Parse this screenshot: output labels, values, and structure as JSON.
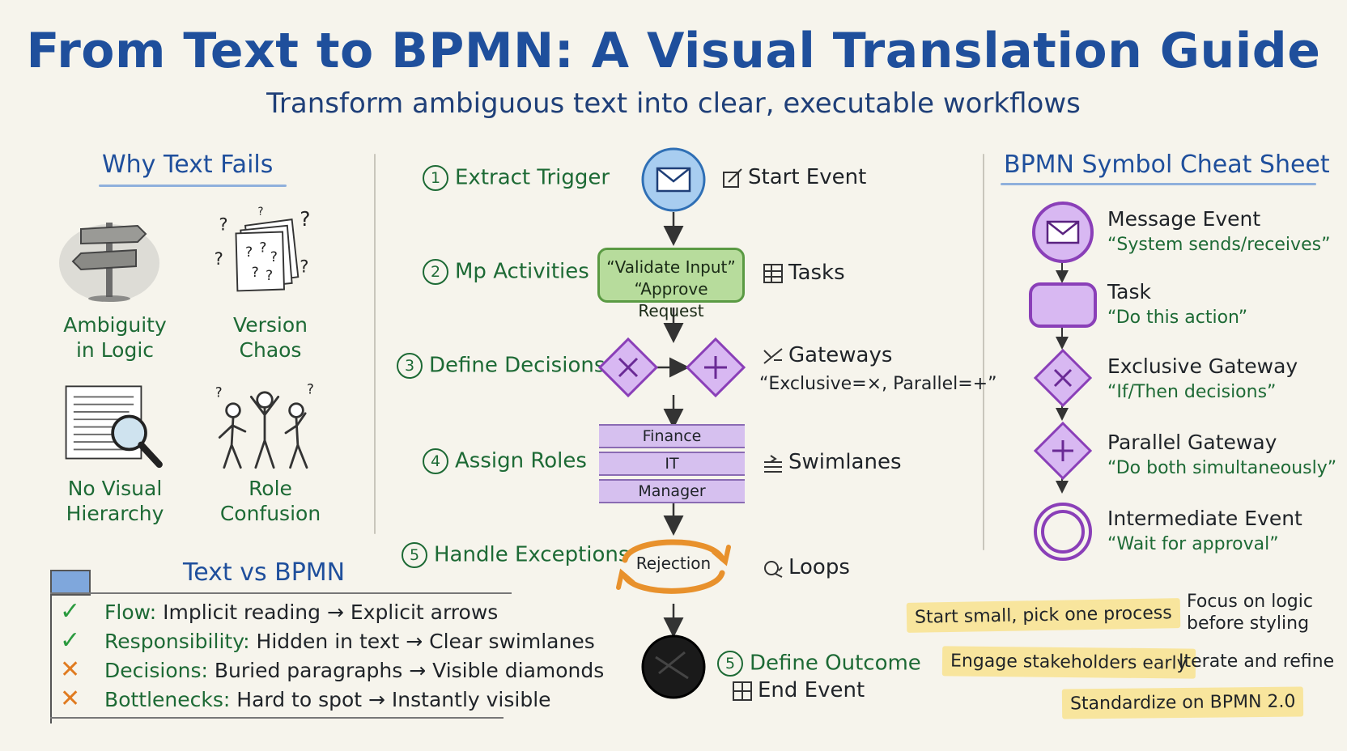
{
  "header": {
    "title": "From Text to BPMN: A Visual Translation Guide",
    "subtitle": "Transform ambiguous text into clear, executable workflows"
  },
  "left": {
    "heading": "Why Text Fails",
    "problems": [
      {
        "label": "Ambiguity\nin Logic",
        "icon": "signpost-icon"
      },
      {
        "label": "Version\nChaos",
        "icon": "messy-papers-icon"
      },
      {
        "label": "No Visual\nHierarchy",
        "icon": "document-magnifier-icon"
      },
      {
        "label": "Role\nConfusion",
        "icon": "confused-people-icon"
      }
    ],
    "table": {
      "heading": "Text vs BPMN",
      "rows": [
        {
          "mark": "✓",
          "key": "Flow:",
          "text": "Implicit reading → Explicit arrows"
        },
        {
          "mark": "✓",
          "key": "Responsibility:",
          "text": "Hidden in text → Clear swimlanes"
        },
        {
          "mark": "✕",
          "key": "Decisions:",
          "text": "Buried paragraphs → Visible diamonds"
        },
        {
          "mark": "✕",
          "key": "Bottlenecks:",
          "text": "Hard to spot → Instantly visible"
        }
      ]
    }
  },
  "flow": {
    "steps": [
      {
        "num": "1",
        "label": "Extract Trigger",
        "result": "Start Event"
      },
      {
        "num": "2",
        "label": "Mp Activities",
        "result": "Tasks"
      },
      {
        "num": "3",
        "label": "Define Decisions",
        "result": "Gateways",
        "result_note": "“Exclusive=×, Parallel=+”"
      },
      {
        "num": "4",
        "label": "Assign Roles",
        "result": "Swimlanes"
      },
      {
        "num": "5",
        "label": "Handle Exceptions",
        "result": "Loops"
      },
      {
        "num": "5",
        "label": "Define Outcome",
        "result": "End Event"
      }
    ],
    "task_box": {
      "line1": "“Validate Input”",
      "line2": "“Approve Request"
    },
    "lanes": [
      "Finance",
      "IT",
      "Manager"
    ],
    "loop_label": "Rejection"
  },
  "cheatsheet": {
    "heading": "BPMN Symbol Cheat Sheet",
    "items": [
      {
        "name": "Message Event",
        "desc": "“System sends/receives”"
      },
      {
        "name": "Task",
        "desc": "“Do this action”"
      },
      {
        "name": "Exclusive Gateway",
        "desc": "“If/Then decisions”"
      },
      {
        "name": "Parallel Gateway",
        "desc": "“Do both simultaneously”"
      },
      {
        "name": "Intermediate Event",
        "desc": "“Wait for approval”"
      }
    ]
  },
  "tips": {
    "note1": "Start small, pick one process",
    "plain1": "Focus on logic\nbefore styling",
    "note2": "Engage stakeholders early",
    "plain2": "Iterate and refine",
    "note3": "Standardize on BPMN 2.0"
  },
  "colors": {
    "title": "#1f4f9c",
    "green_text": "#1d6a35",
    "purple": "#9b4fc4",
    "lane": "#d6c0ef",
    "task_green": "#b7dc9c",
    "note_yellow": "#f8e59d"
  }
}
